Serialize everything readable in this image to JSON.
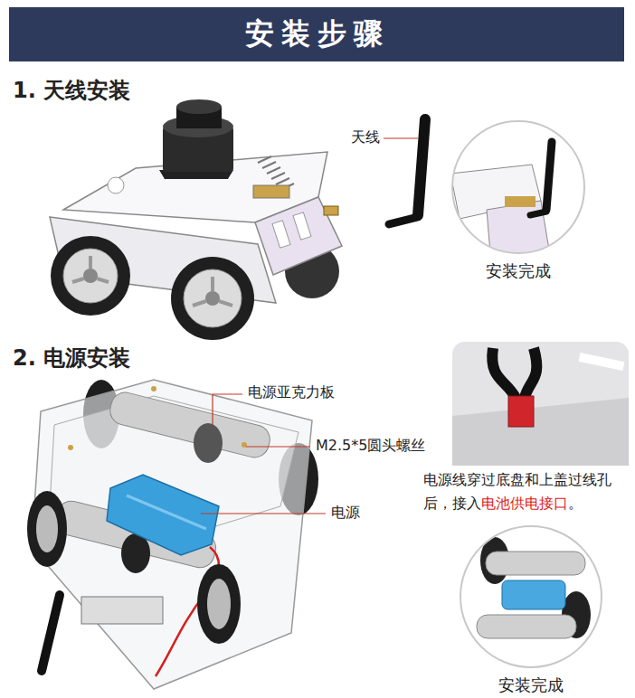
{
  "diagram": {
    "title": "安装步骤",
    "nodes": [
      {
        "text": [
          "安装完成"
        ]
      },
      {
        "text": [
          "安装完成"
        ]
      }
    ],
    "labels": [
      "1. 天线安装",
      "天线",
      "2. 电源安装",
      "电源亚克力板",
      "M2.5*5圆头螺丝",
      "电源",
      "电源线穿过底盘和上盖过线孔后，接入",
      "电池供电接口",
      "。"
    ]
  }
}
